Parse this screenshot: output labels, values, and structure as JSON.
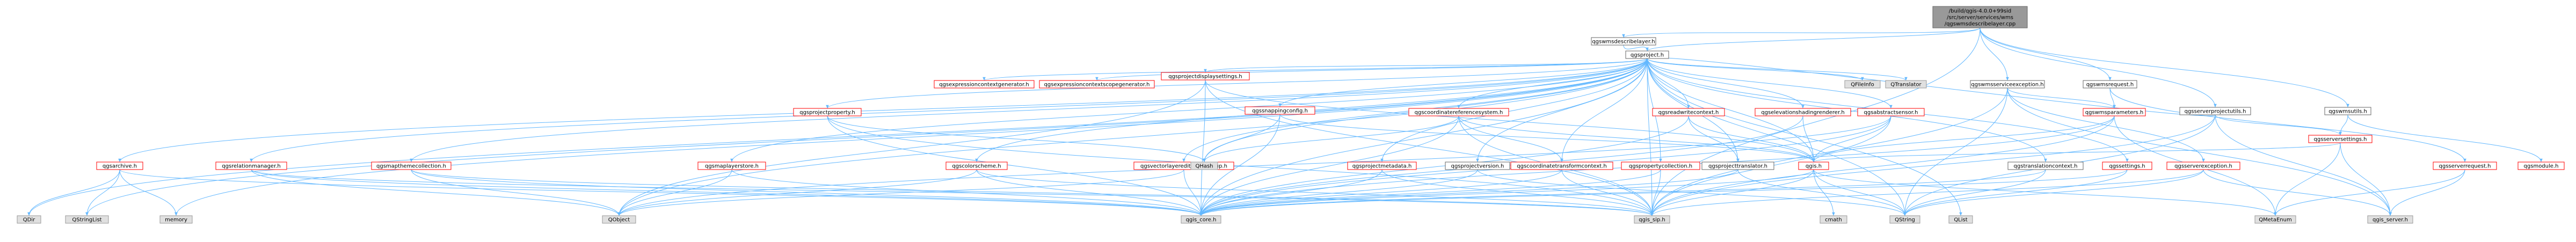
{
  "graph": {
    "edge_color": "#63b8ff",
    "styles": {
      "root": {
        "fill": "#999999",
        "stroke": "#666666",
        "text": "#000000"
      },
      "doc": {
        "fill": "#ffffff",
        "stroke": "#666666",
        "text": "#000000"
      },
      "red": {
        "fill": "#ffffff",
        "stroke": "#ff0000",
        "text": "#000000"
      },
      "ext": {
        "fill": "#e0e0e0",
        "stroke": "#999999",
        "text": "#000000"
      }
    },
    "nodes": [
      {
        "id": "root",
        "label": "/build/qgis-4.0.0+99sid\n/src/server/services/wms\n/qgswmsdescribelayer.cpp",
        "style": "root"
      },
      {
        "id": "wmsdescribelayer",
        "label": "qgswmsdescribelayer.h",
        "style": "doc"
      },
      {
        "id": "qgsproject",
        "label": "qgsproject.h",
        "style": "doc"
      },
      {
        "id": "qgswmsserviceexception",
        "label": "qgswmsserviceexception.h",
        "style": "doc"
      },
      {
        "id": "qgswmsrequest",
        "label": "qgswmsrequest.h",
        "style": "doc"
      },
      {
        "id": "qgsserverprojectutils",
        "label": "qgsserverprojectutils.h",
        "style": "doc"
      },
      {
        "id": "qgswmsutils",
        "label": "qgswmsutils.h",
        "style": "doc"
      },
      {
        "id": "exprctxgen",
        "label": "qgsexpressioncontextgenerator.h",
        "style": "red"
      },
      {
        "id": "exprctxscopegen",
        "label": "qgsexpressioncontextscopegenerator.h",
        "style": "red"
      },
      {
        "id": "projdispsettings",
        "label": "qgsprojectdisplaysettings.h",
        "style": "red"
      },
      {
        "id": "qfileinfo",
        "label": "QFileInfo",
        "style": "ext"
      },
      {
        "id": "qtranslator",
        "label": "QTranslator",
        "style": "ext"
      },
      {
        "id": "projprop",
        "label": "qgsprojectproperty.h",
        "style": "red"
      },
      {
        "id": "snapconfig",
        "label": "qgssnappingconfig.h",
        "style": "red"
      },
      {
        "id": "crs",
        "label": "qgscoordinatereferencesystem.h",
        "style": "red"
      },
      {
        "id": "readerctx",
        "label": "qgsreadwritecontext.h",
        "style": "red"
      },
      {
        "id": "elevshading",
        "label": "qgselevationshadingrenderer.h",
        "style": "red"
      },
      {
        "id": "abstractsensor",
        "label": "qgsabstractsensor.h",
        "style": "red"
      },
      {
        "id": "wmsparams",
        "label": "qgswmsparameters.h",
        "style": "red"
      },
      {
        "id": "archive",
        "label": "qgsarchive.h",
        "style": "red"
      },
      {
        "id": "relmgr",
        "label": "qgsrelationmanager.h",
        "style": "red"
      },
      {
        "id": "mapthemecoll",
        "label": "qgsmapthemecollection.h",
        "style": "red"
      },
      {
        "id": "maplayerstore",
        "label": "qgsmaplayerstore.h",
        "style": "red"
      },
      {
        "id": "colorscheme",
        "label": "qgscolorscheme.h",
        "style": "red"
      },
      {
        "id": "vlayeredit",
        "label": "qgsvectorlayereditbuffergroup.h",
        "style": "red"
      },
      {
        "id": "projversion",
        "label": "qgsprojectversion.h",
        "style": "doc"
      },
      {
        "id": "projmeta",
        "label": "qgsprojectmetadata.h",
        "style": "red"
      },
      {
        "id": "ctctx",
        "label": "qgscoordinatetransformcontext.h",
        "style": "red"
      },
      {
        "id": "propcoll",
        "label": "qgspropertycollection.h",
        "style": "red"
      },
      {
        "id": "projtranslator",
        "label": "qgsprojecttranslator.h",
        "style": "doc"
      },
      {
        "id": "qgis",
        "label": "qgis.h",
        "style": "red"
      },
      {
        "id": "trctx",
        "label": "qgstranslationcontext.h",
        "style": "doc"
      },
      {
        "id": "settings",
        "label": "qgssettings.h",
        "style": "red"
      },
      {
        "id": "serverexc",
        "label": "qgsserverexception.h",
        "style": "red"
      },
      {
        "id": "serversettings",
        "label": "qgsserversettings.h",
        "style": "red"
      },
      {
        "id": "serverrequest",
        "label": "qgsserverrequest.h",
        "style": "red"
      },
      {
        "id": "qgsmodule",
        "label": "qgsmodule.h",
        "style": "red"
      },
      {
        "id": "qhash",
        "label": "QHash",
        "style": "ext"
      },
      {
        "id": "qdir",
        "label": "QDir",
        "style": "ext"
      },
      {
        "id": "qstringlist",
        "label": "QStringList",
        "style": "ext"
      },
      {
        "id": "memory",
        "label": "memory",
        "style": "ext"
      },
      {
        "id": "qobject",
        "label": "QObject",
        "style": "ext"
      },
      {
        "id": "qgscore",
        "label": "qgis_core.h",
        "style": "ext"
      },
      {
        "id": "qgssip",
        "label": "qgis_sip.h",
        "style": "ext"
      },
      {
        "id": "cmath",
        "label": "cmath",
        "style": "ext"
      },
      {
        "id": "qstring",
        "label": "QString",
        "style": "ext"
      },
      {
        "id": "qlist",
        "label": "QList",
        "style": "ext"
      },
      {
        "id": "qmetaenum",
        "label": "QMetaEnum",
        "style": "ext"
      },
      {
        "id": "qgsserver",
        "label": "qgis_server.h",
        "style": "ext"
      }
    ],
    "edges": [
      [
        "root",
        "wmsdescribelayer"
      ],
      [
        "root",
        "qgsproject"
      ],
      [
        "root",
        "qgswmsserviceexception"
      ],
      [
        "root",
        "qgswmsrequest"
      ],
      [
        "root",
        "qgsserverprojectutils"
      ],
      [
        "root",
        "qgswmsutils"
      ],
      [
        "root",
        "qgssip"
      ],
      [
        "wmsdescribelayer",
        "qgsproject"
      ],
      [
        "qgsproject",
        "exprctxgen"
      ],
      [
        "qgsproject",
        "exprctxscopegen"
      ],
      [
        "qgsproject",
        "projdispsettings"
      ],
      [
        "qgsproject",
        "qfileinfo"
      ],
      [
        "qgsproject",
        "qtranslator"
      ],
      [
        "qgsproject",
        "projprop"
      ],
      [
        "qgsproject",
        "snapconfig"
      ],
      [
        "qgsproject",
        "crs"
      ],
      [
        "qgsproject",
        "readerctx"
      ],
      [
        "qgsproject",
        "elevshading"
      ],
      [
        "qgsproject",
        "abstractsensor"
      ],
      [
        "qgsproject",
        "archive"
      ],
      [
        "qgsproject",
        "relmgr"
      ],
      [
        "qgsproject",
        "mapthemecoll"
      ],
      [
        "qgsproject",
        "maplayerstore"
      ],
      [
        "qgsproject",
        "colorscheme"
      ],
      [
        "qgsproject",
        "vlayeredit"
      ],
      [
        "qgsproject",
        "projversion"
      ],
      [
        "qgsproject",
        "projmeta"
      ],
      [
        "qgsproject",
        "ctctx"
      ],
      [
        "qgsproject",
        "propcoll"
      ],
      [
        "qgsproject",
        "projtranslator"
      ],
      [
        "qgsproject",
        "qgis"
      ],
      [
        "qgsproject",
        "trctx"
      ],
      [
        "qgsproject",
        "settings"
      ],
      [
        "qgsproject",
        "qhash"
      ],
      [
        "qgsproject",
        "qdir"
      ],
      [
        "qgsproject",
        "qstringlist"
      ],
      [
        "qgsproject",
        "memory"
      ],
      [
        "qgsproject",
        "qobject"
      ],
      [
        "qgsproject",
        "qgscore"
      ],
      [
        "qgsproject",
        "qgssip"
      ],
      [
        "qgsproject",
        "qstring"
      ],
      [
        "qgsproject",
        "qlist"
      ],
      [
        "projdispsettings",
        "qobject"
      ],
      [
        "projdispsettings",
        "qgscore"
      ],
      [
        "projdispsettings",
        "qgssip"
      ],
      [
        "projdispsettings",
        "qgis"
      ],
      [
        "projprop",
        "qhash"
      ],
      [
        "projprop",
        "qgscore"
      ],
      [
        "projprop",
        "qgssip"
      ],
      [
        "snapconfig",
        "qhash"
      ],
      [
        "snapconfig",
        "qgscore"
      ],
      [
        "snapconfig",
        "qgis"
      ],
      [
        "crs",
        "qhash"
      ],
      [
        "crs",
        "qgscore"
      ],
      [
        "crs",
        "qgssip"
      ],
      [
        "crs",
        "qgis"
      ],
      [
        "crs",
        "ctctx"
      ],
      [
        "readerctx",
        "qgis"
      ],
      [
        "readerctx",
        "qgscore"
      ],
      [
        "readerctx",
        "projtranslator"
      ],
      [
        "elevshading",
        "qgis"
      ],
      [
        "elevshading",
        "qgscore"
      ],
      [
        "abstractsensor",
        "qgis"
      ],
      [
        "abstractsensor",
        "qgscore"
      ],
      [
        "abstractsensor",
        "qgssip"
      ],
      [
        "abstractsensor",
        "qobject"
      ],
      [
        "archive",
        "qgscore"
      ],
      [
        "archive",
        "qstringlist"
      ],
      [
        "archive",
        "qdir"
      ],
      [
        "archive",
        "memory"
      ],
      [
        "relmgr",
        "qobject"
      ],
      [
        "relmgr",
        "qgscore"
      ],
      [
        "relmgr",
        "qgssip"
      ],
      [
        "mapthemecoll",
        "qobject"
      ],
      [
        "mapthemecoll",
        "qgscore"
      ],
      [
        "mapthemecoll",
        "qgssip"
      ],
      [
        "maplayerstore",
        "qobject"
      ],
      [
        "maplayerstore",
        "qgscore"
      ],
      [
        "colorscheme",
        "qgscore"
      ],
      [
        "colorscheme",
        "qgssip"
      ],
      [
        "colorscheme",
        "qobject"
      ],
      [
        "vlayeredit",
        "qobject"
      ],
      [
        "vlayeredit",
        "qgscore"
      ],
      [
        "projversion",
        "qgscore"
      ],
      [
        "projversion",
        "qstring"
      ],
      [
        "projmeta",
        "qgscore"
      ],
      [
        "projmeta",
        "qgssip"
      ],
      [
        "ctctx",
        "qgscore"
      ],
      [
        "ctctx",
        "qgssip"
      ],
      [
        "propcoll",
        "qgscore"
      ],
      [
        "propcoll",
        "qgssip"
      ],
      [
        "projtranslator",
        "qgscore"
      ],
      [
        "projtranslator",
        "qstring"
      ],
      [
        "qgis",
        "qgscore"
      ],
      [
        "qgis",
        "qgssip"
      ],
      [
        "qgis",
        "qstring"
      ],
      [
        "qgis",
        "qmetaenum"
      ],
      [
        "qgis",
        "cmath"
      ],
      [
        "trctx",
        "qgscore"
      ],
      [
        "trctx",
        "qstring"
      ],
      [
        "settings",
        "qgscore"
      ],
      [
        "settings",
        "qstring"
      ],
      [
        "qgswmsserviceexception",
        "wmsparams"
      ],
      [
        "qgswmsserviceexception",
        "serverexc"
      ],
      [
        "qgswmsserviceexception",
        "qgsserver"
      ],
      [
        "qgswmsserviceexception",
        "qgssip"
      ],
      [
        "qgswmsserviceexception",
        "qstring"
      ],
      [
        "qgswmsrequest",
        "wmsparams"
      ],
      [
        "qgswmsrequest",
        "serverrequest"
      ],
      [
        "wmsparams",
        "qgis"
      ],
      [
        "wmsparams",
        "qmetaenum"
      ],
      [
        "wmsparams",
        "qgssip"
      ],
      [
        "wmsparams",
        "qgscore"
      ],
      [
        "qgsserverprojectutils",
        "qgsproject"
      ],
      [
        "qgsserverprojectutils",
        "serversettings"
      ],
      [
        "qgsserverprojectutils",
        "qgsserver"
      ],
      [
        "qgsserverprojectutils",
        "qgssip"
      ],
      [
        "qgsserverprojectutils",
        "qstring"
      ],
      [
        "qgswmsutils",
        "qgsmodule"
      ],
      [
        "qgswmsutils",
        "serversettings"
      ],
      [
        "serverexc",
        "qgsserver"
      ],
      [
        "serverexc",
        "qstring"
      ],
      [
        "serverexc",
        "qgssip"
      ],
      [
        "serversettings",
        "qgsserver"
      ],
      [
        "serversettings",
        "qmetaenum"
      ],
      [
        "serversettings",
        "qgis"
      ],
      [
        "serverrequest",
        "qgsserver"
      ],
      [
        "serverrequest",
        "qmetaenum"
      ]
    ]
  }
}
